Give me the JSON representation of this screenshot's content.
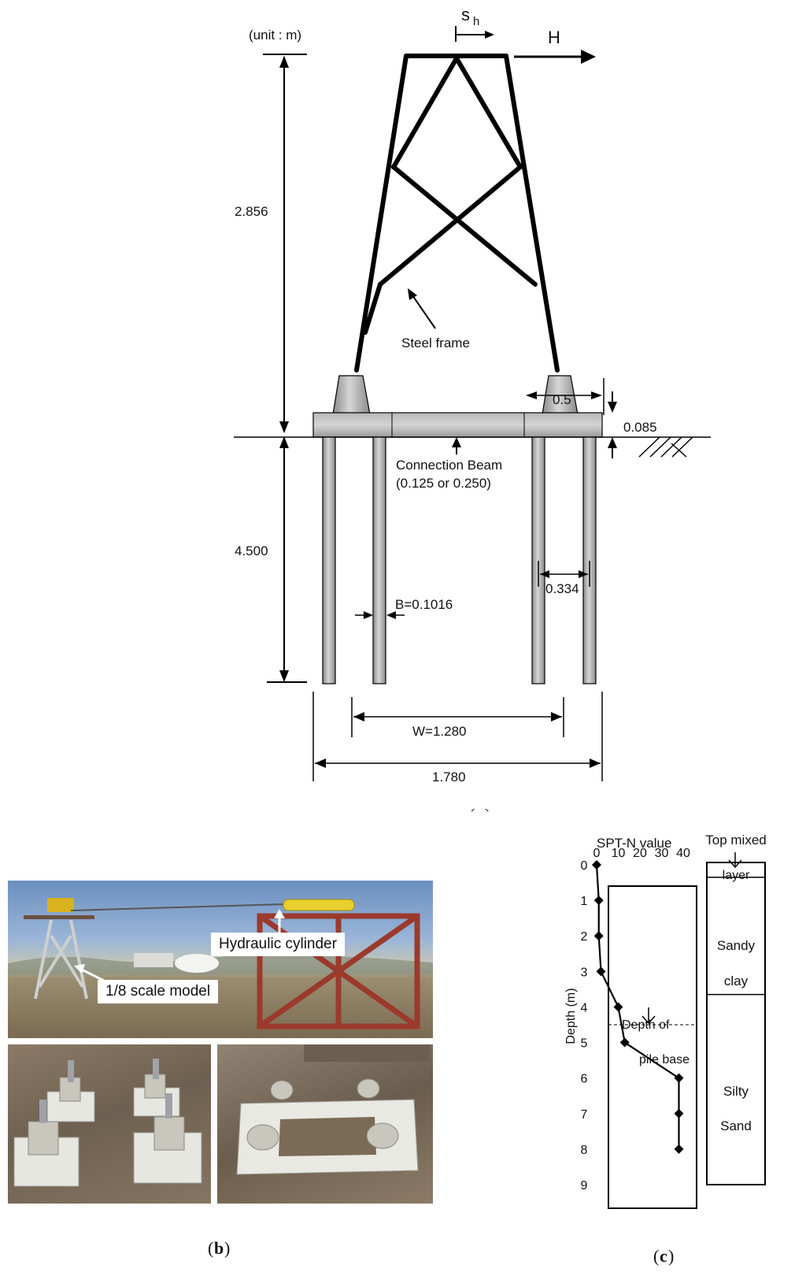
{
  "figure_a": {
    "unit": "(unit : m)",
    "displacement_label": "s",
    "displacement_sub": "h",
    "force_label": "H",
    "frame_height": "2.856",
    "steel_frame_label": "Steel frame",
    "cap_width": "0.5",
    "beam_thickness": "0.085",
    "connection_beam_label": "Connection Beam",
    "connection_beam_size": "(0.125 or 0.250)",
    "pile_length": "4.500",
    "pile_spacing": "0.334",
    "pile_diameter": "B=0.1016",
    "group_width": "W=1.280",
    "total_width": "1.780",
    "caption": "a"
  },
  "figure_b": {
    "hydraulic_label": "Hydraulic cylinder",
    "model_label": "1/8 scale model",
    "caption": "b"
  },
  "figure_c": {
    "caption": "c",
    "soil_layers": [
      {
        "line1": "Top mixed",
        "line2": "layer"
      },
      {
        "line1": "Sandy",
        "line2": "clay"
      },
      {
        "line1": "Silty",
        "line2": "Sand"
      }
    ],
    "pile_base_line1": "Depth of",
    "pile_base_line2": "pile base",
    "pile_base_depth": 4.5,
    "layer_boundaries": [
      0.35,
      3.65
    ]
  },
  "chart_data": {
    "type": "line",
    "title": "SPT-N value",
    "ylabel": "Depth (m)",
    "xlim": [
      0,
      40
    ],
    "ylim": [
      0,
      9
    ],
    "x_ticks": [
      "0",
      "10",
      "20",
      "30",
      "40"
    ],
    "y_ticks": [
      "0",
      "1",
      "2",
      "3",
      "4",
      "5",
      "6",
      "7",
      "8",
      "9"
    ],
    "series": [
      {
        "points": [
          {
            "n": 0,
            "depth": 0
          },
          {
            "n": 1,
            "depth": 1
          },
          {
            "n": 1,
            "depth": 2
          },
          {
            "n": 2,
            "depth": 3
          },
          {
            "n": 10,
            "depth": 4
          },
          {
            "n": 13,
            "depth": 5
          },
          {
            "n": 38,
            "depth": 6
          },
          {
            "n": 38,
            "depth": 7
          },
          {
            "n": 38,
            "depth": 8
          }
        ]
      }
    ]
  }
}
